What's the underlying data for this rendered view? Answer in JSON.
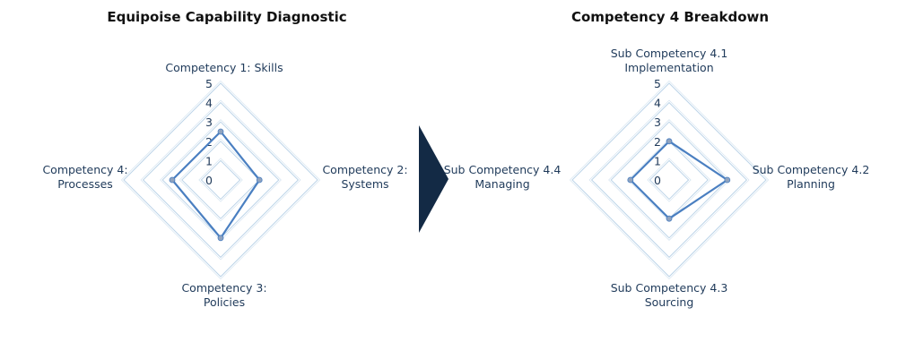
{
  "chart_data": [
    {
      "type": "radar",
      "title": "Equipoise Capability Diagnostic",
      "axes": [
        [
          "Competency 1: Skills"
        ],
        [
          "Competency 2:",
          "Systems"
        ],
        [
          "Competency 3:",
          "Policies"
        ],
        [
          "Competency 4:",
          "Processes"
        ]
      ],
      "ticks": [
        "0",
        "1",
        "2",
        "3",
        "4",
        "5"
      ],
      "rlim": [
        0,
        5
      ],
      "values": [
        2.5,
        2.0,
        3.0,
        2.5
      ],
      "colors": {
        "line": "#4a7fc1",
        "grid": "#bcd4e8",
        "marker": "#8fa3bf"
      }
    },
    {
      "type": "radar",
      "title": "Competency 4 Breakdown",
      "axes": [
        [
          "Sub Competency 4.1",
          "Implementation"
        ],
        [
          "Sub Competency 4.2",
          "Planning"
        ],
        [
          "Sub Competency 4.3",
          "Sourcing"
        ],
        [
          "Sub Competency 4.4",
          "Managing"
        ]
      ],
      "ticks": [
        "0",
        "1",
        "2",
        "3",
        "4",
        "5"
      ],
      "rlim": [
        0,
        5
      ],
      "values": [
        2.0,
        3.0,
        2.0,
        2.0
      ],
      "colors": {
        "line": "#4a7fc1",
        "grid": "#bcd4e8",
        "marker": "#8fa3bf"
      }
    }
  ],
  "arrow": {
    "color": "#132a45"
  }
}
